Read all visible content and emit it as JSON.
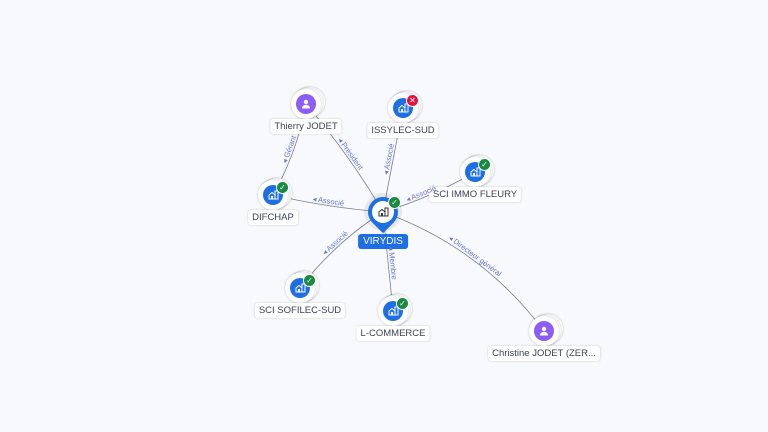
{
  "colors": {
    "company": "#1e6fe6",
    "person": "#8b5cf6",
    "active": "#188a42",
    "closed": "#e0143c",
    "edge": "#7a7f95",
    "edge_label": "#6b74d6"
  },
  "center": {
    "id": "virydis",
    "label": "VIRYDIS",
    "type": "company",
    "status": "active"
  },
  "nodes": [
    {
      "id": "thierry",
      "label": "Thierry JODET",
      "type": "person",
      "status": "none"
    },
    {
      "id": "issylec",
      "label": "ISSYLEC-SUD",
      "type": "company",
      "status": "closed"
    },
    {
      "id": "immo",
      "label": "SCI IMMO FLEURY",
      "type": "company",
      "status": "active"
    },
    {
      "id": "difchap",
      "label": "DIFCHAP",
      "type": "company",
      "status": "active"
    },
    {
      "id": "sofilec",
      "label": "SCI SOFILEC-SUD",
      "type": "company",
      "status": "active"
    },
    {
      "id": "lcommerce",
      "label": "L-COMMERCE",
      "type": "company",
      "status": "active"
    },
    {
      "id": "christine",
      "label": "Christine JODET (ZER...",
      "type": "person",
      "status": "none"
    }
  ],
  "edges": [
    {
      "from": "thierry",
      "to": "difchap",
      "label": "Gérant"
    },
    {
      "from": "thierry",
      "to": "virydis",
      "label": "Président"
    },
    {
      "from": "virydis",
      "to": "issylec",
      "label": "Associé"
    },
    {
      "from": "virydis",
      "to": "immo",
      "label": "Associé"
    },
    {
      "from": "virydis",
      "to": "difchap",
      "label": "Associé"
    },
    {
      "from": "virydis",
      "to": "sofilec",
      "label": "Associé"
    },
    {
      "from": "virydis",
      "to": "lcommerce",
      "label": "Membre"
    },
    {
      "from": "virydis",
      "to": "christine",
      "label": "Directeur général"
    }
  ]
}
